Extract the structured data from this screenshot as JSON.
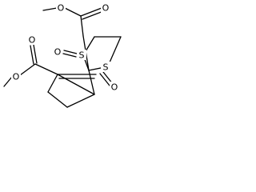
{
  "colors": {
    "background": "#ffffff",
    "ink": "#000000"
  },
  "atoms": {
    "o_ester1_carbonyl": "O",
    "o_ester1_ether": "O",
    "o_ester2_carbonyl": "O",
    "o_ester2_ether": "O",
    "s_upper": "S",
    "o_s_upper": "O",
    "s_lower": "S",
    "o_s_lower": "O"
  }
}
